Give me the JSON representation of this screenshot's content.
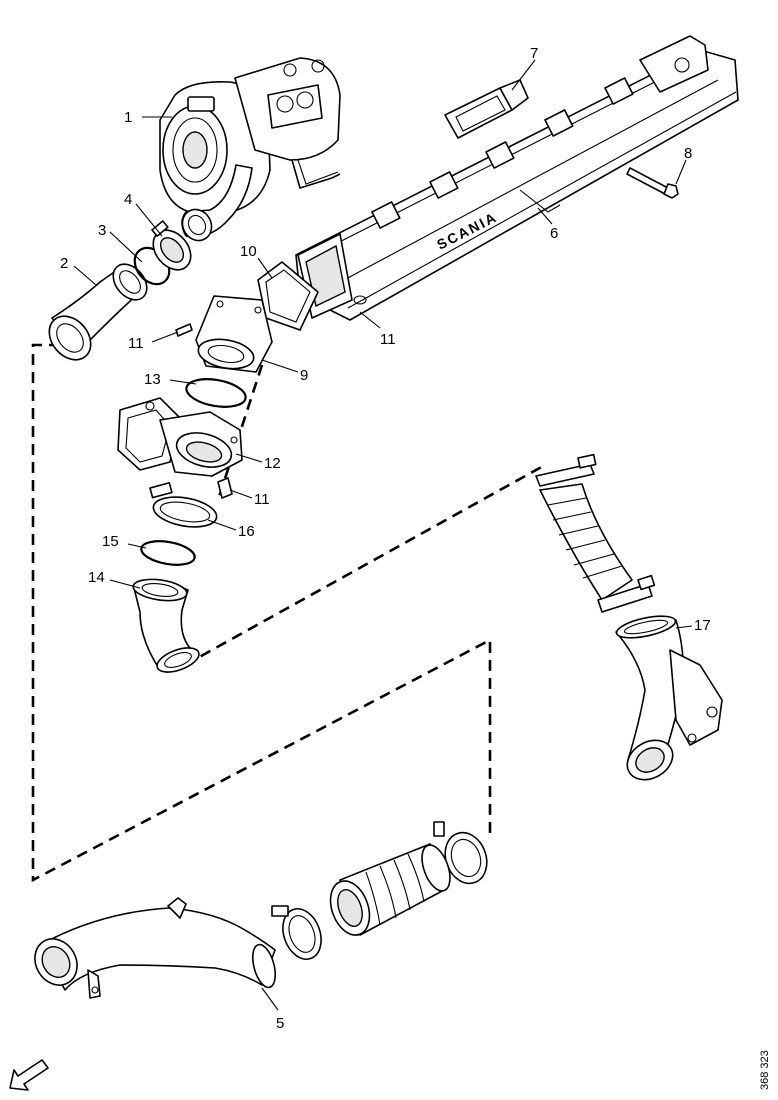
{
  "callouts": {
    "c1": "1",
    "c2": "2",
    "c3": "3",
    "c4": "4",
    "c5": "5",
    "c6": "6",
    "c7": "7",
    "c8": "8",
    "c9": "9",
    "c10": "10",
    "c11a": "11",
    "c11b": "11",
    "c11c": "11",
    "c12": "12",
    "c13": "13",
    "c14": "14",
    "c15": "15",
    "c16": "16",
    "c17": "17"
  },
  "manifold_brand": "SCANIA",
  "document_id": "368 323",
  "direction_arrow_icon": "arrow-down-left-icon"
}
